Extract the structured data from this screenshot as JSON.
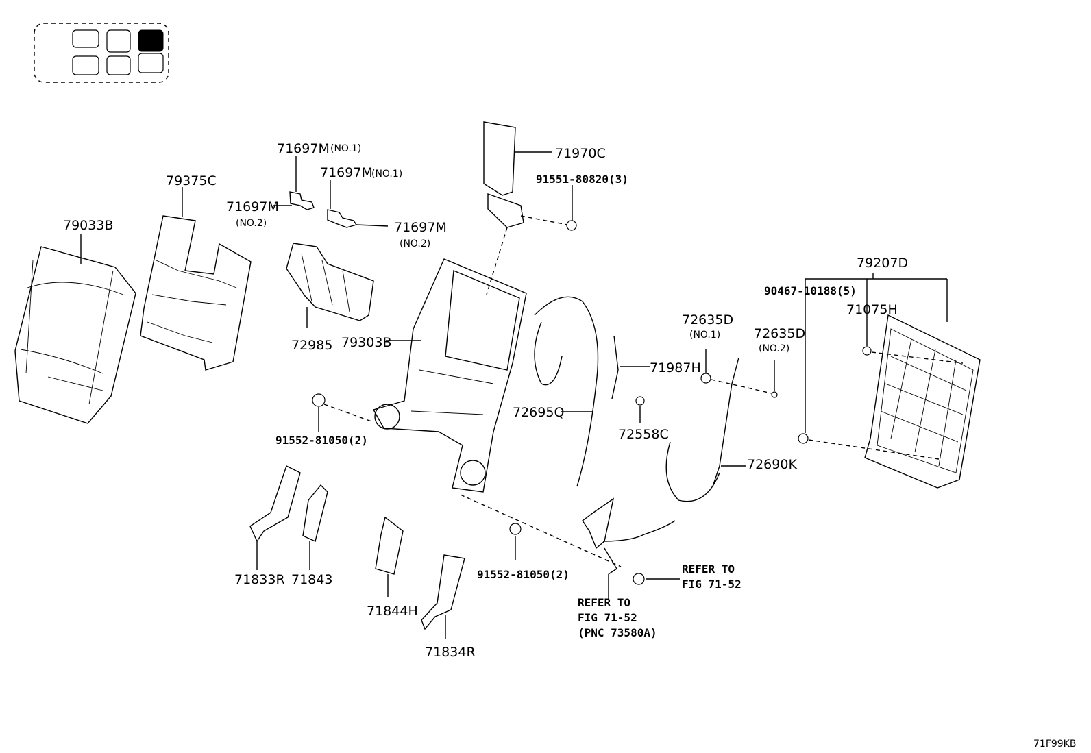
{
  "diagram_code": "71F99KB",
  "labels": {
    "79033B": "79033B",
    "79375C": "79375C",
    "71697M_a": "71697M",
    "71697M_a_note": "(NO.1)",
    "71697M_b": "71697M",
    "71697M_b_note": "(NO.1)",
    "71697M_c": "71697M",
    "71697M_c_note": "(NO.2)",
    "71697M_d": "71697M",
    "71697M_d_note": "(NO.2)",
    "71970C": "71970C",
    "bolt_91551": "91551-80820(3)",
    "72985": "72985",
    "79303B": "79303B",
    "bolt_91552_a": "91552-81050(2)",
    "bolt_91552_b": "91552-81050(2)",
    "72695Q": "72695Q",
    "71987H": "71987H",
    "72635D_a": "72635D",
    "72635D_a_note": "(NO.1)",
    "72635D_b": "72635D",
    "72635D_b_note": "(NO.2)",
    "72558C": "72558C",
    "72690K": "72690K",
    "79207D": "79207D",
    "bolt_90467": "90467-10188(5)",
    "71075H": "71075H",
    "71833R": "71833R",
    "71843": "71843",
    "71844H": "71844H",
    "71834R": "71834R",
    "refer_right_1": "REFER TO",
    "refer_right_2": "FIG 71-52",
    "refer_bottom_1": "REFER TO",
    "refer_bottom_2": "FIG 71-52",
    "refer_bottom_3": "(PNC 73580A)"
  },
  "seat_position_indicator": {
    "grid": [
      [
        false,
        false,
        true
      ],
      [
        false,
        false,
        false
      ]
    ],
    "highlight_color": "#000000"
  }
}
